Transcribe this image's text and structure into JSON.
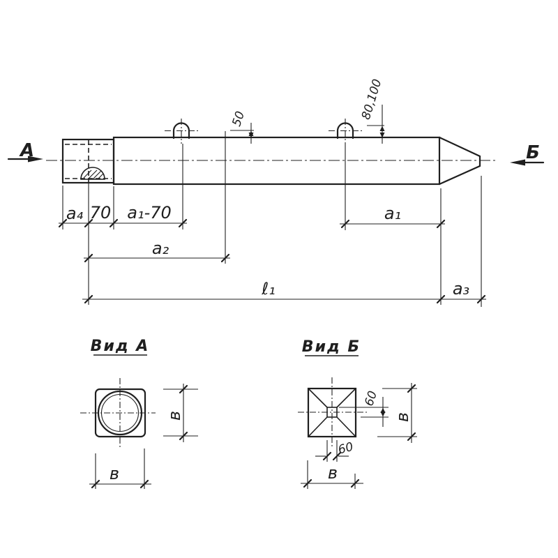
{
  "colors": {
    "ink": "#1f1f1f",
    "paper": "#ffffff"
  },
  "main_view": {
    "arrow_left_label": "А",
    "arrow_right_label": "Б",
    "loop1_height_dim": "50",
    "loop2_height_dim": "80,100",
    "dim_a4": "a₄",
    "dim_70": "70",
    "dim_a1_minus_70": "a₁-70",
    "dim_a1": "a₁",
    "dim_a2": "a₂",
    "dim_l1": "ℓ₁",
    "dim_a3": "a₃"
  },
  "view_a": {
    "title": "Вид А",
    "height_dim": "в",
    "width_dim": "в"
  },
  "view_b": {
    "title": "Вид Б",
    "socket_height_dim": "60",
    "socket_width_dim": "60",
    "height_dim": "в",
    "width_dim": "в"
  }
}
